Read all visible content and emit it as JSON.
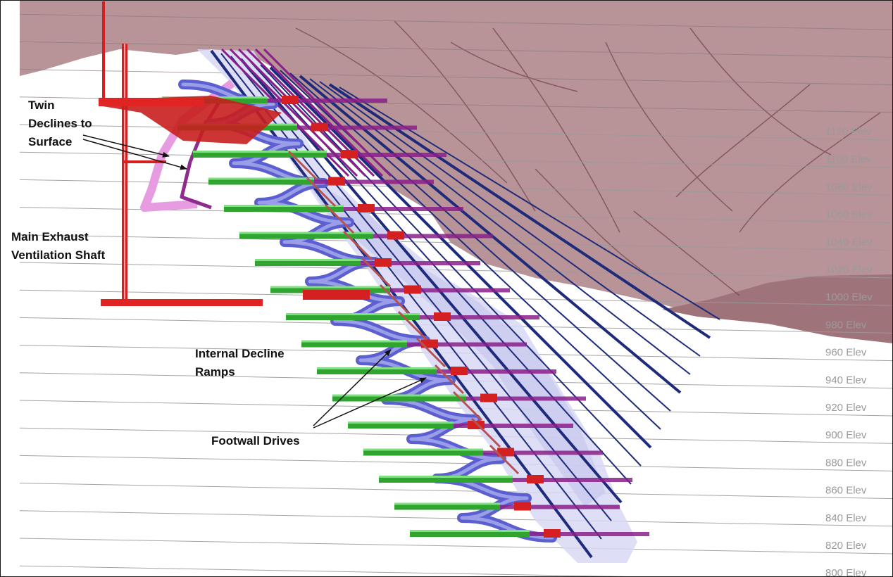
{
  "annotations": {
    "twin_declines": [
      "Twin",
      "Declines to",
      "Surface"
    ],
    "main_exhaust": [
      "Main Exhaust",
      "Ventilation Shaft"
    ],
    "internal_decline": [
      "Internal Decline",
      "Ramps"
    ],
    "footwall_drives": [
      "Footwall Drives"
    ]
  },
  "elevation_labels": [
    "1120 Elev",
    "1100 Elev",
    "1080 Elev",
    "1060 Elev",
    "1040 Elev",
    "1020 Elev",
    "1000 Elev",
    "980 Elev",
    "960 Elev",
    "940 Elev",
    "920 Elev",
    "900 Elev",
    "880 Elev",
    "860 Elev",
    "840 Elev",
    "820 Elev",
    "800 Elev"
  ],
  "colors": {
    "surface_terrain": "#b89397",
    "terrain_ridge": "#7a4a52",
    "internal_decline_ramp": "#5c5fcf",
    "footwall_drive": "#2fa52f",
    "level_access": "#8a1f8a",
    "ventilation_shaft": "#d42020",
    "orebody_stope": "#d8d8f4",
    "twin_decline": "#e79be0",
    "elevation_line": "#9a9a9a"
  },
  "icons": [
    "arrow-icon"
  ]
}
